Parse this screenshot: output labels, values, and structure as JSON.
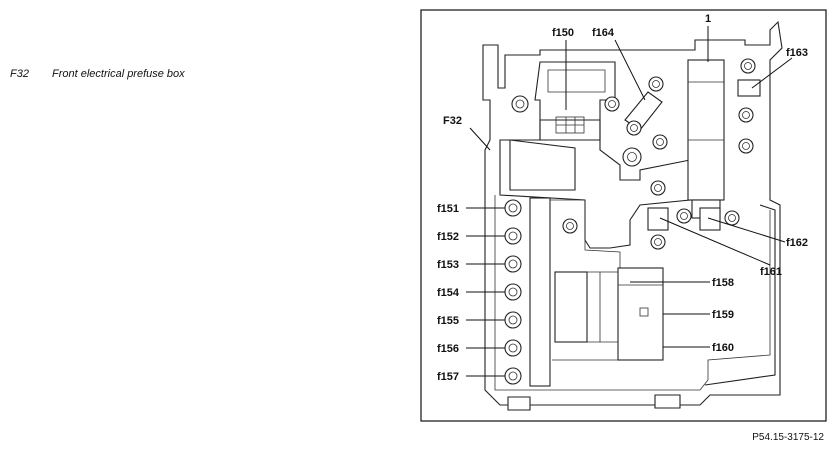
{
  "caption": {
    "code": "F32",
    "text": "Front electrical prefuse box"
  },
  "reference": "P54.15-3175-12",
  "labels": {
    "f150": "f150",
    "f164": "f164",
    "one": "1",
    "f163": "f163",
    "F32": "F32",
    "f151": "f151",
    "f152": "f152",
    "f153": "f153",
    "f154": "f154",
    "f155": "f155",
    "f156": "f156",
    "f157": "f157",
    "f158": "f158",
    "f159": "f159",
    "f160": "f160",
    "f161": "f161",
    "f162": "f162"
  }
}
